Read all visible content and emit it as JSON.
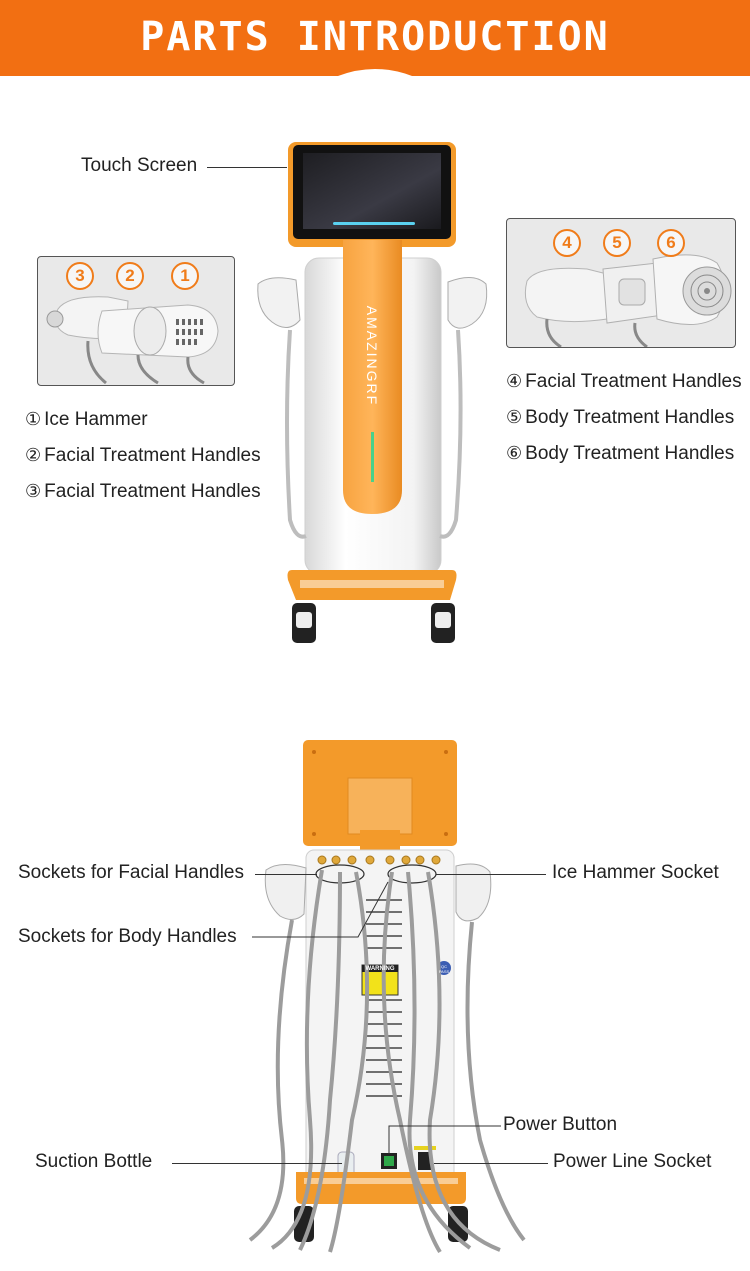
{
  "banner": {
    "title": "PARTS INTRODUCTION",
    "color": "#f26f12"
  },
  "accent": "#f39a2a",
  "front": {
    "brand_text": "AMAZINGRF",
    "touch_screen_label": "Touch Screen",
    "left_inset_badges": [
      "3",
      "2",
      "1"
    ],
    "right_inset_badges": [
      "4",
      "5",
      "6"
    ],
    "left_list": [
      {
        "num": "①",
        "text": "Ice Hammer"
      },
      {
        "num": "②",
        "text": "Facial Treatment Handles"
      },
      {
        "num": "③",
        "text": "Facial Treatment Handles"
      }
    ],
    "right_list": [
      {
        "num": "④",
        "text": "Facial Treatment Handles"
      },
      {
        "num": "⑤",
        "text": "Body Treatment Handles"
      },
      {
        "num": "⑥",
        "text": "Body Treatment Handles"
      }
    ]
  },
  "back": {
    "sockets_facial": "Sockets for Facial Handles",
    "sockets_body": "Sockets for Body Handles",
    "ice_hammer_socket": "Ice Hammer Socket",
    "power_button": "Power Button",
    "suction_bottle": "Suction Bottle",
    "power_line_socket": "Power Line Socket",
    "warning_text": "WARNING",
    "qc_text": "QC PASS"
  }
}
